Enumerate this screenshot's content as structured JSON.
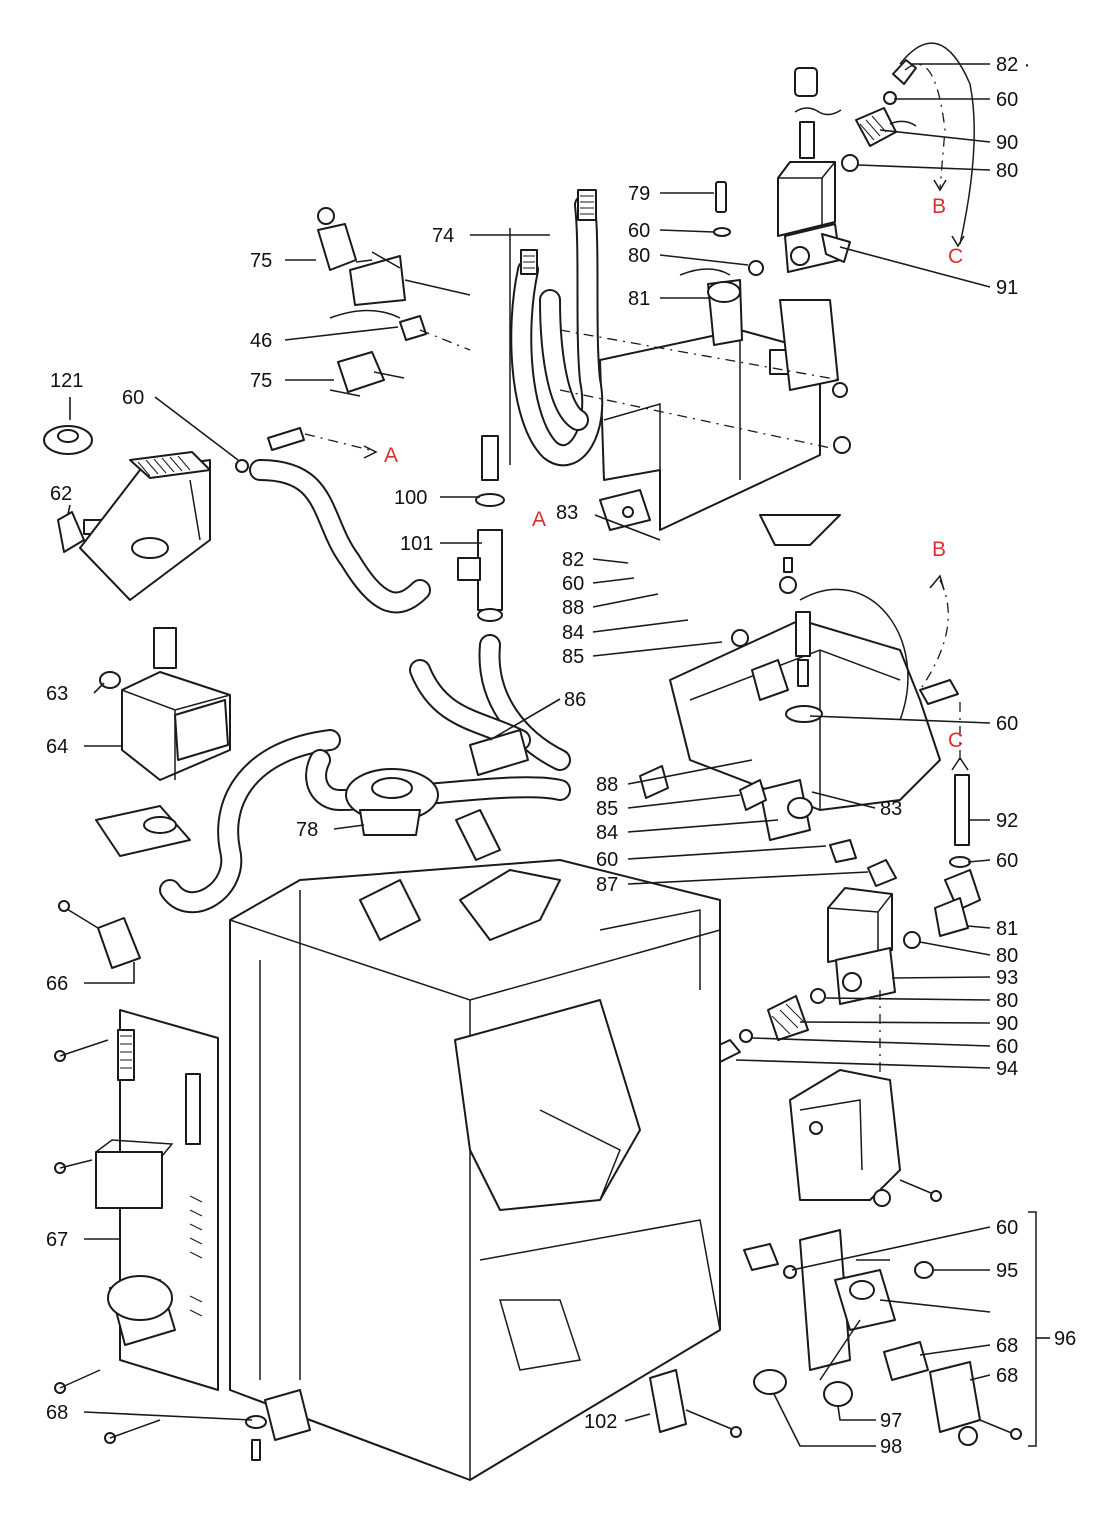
{
  "colors": {
    "line": "#1a1a1a",
    "label": "#111111",
    "reference": "#d9312b",
    "background": "#ffffff"
  },
  "labels": [
    {
      "id": "l82a",
      "text": "82 ·"
    },
    {
      "id": "l60a",
      "text": "60"
    },
    {
      "id": "l90a",
      "text": "90"
    },
    {
      "id": "l80a",
      "text": "80"
    },
    {
      "id": "l79",
      "text": "79"
    },
    {
      "id": "l60b",
      "text": "60"
    },
    {
      "id": "l80b",
      "text": "80"
    },
    {
      "id": "l74",
      "text": "74"
    },
    {
      "id": "l81a",
      "text": "81"
    },
    {
      "id": "l91",
      "text": "91"
    },
    {
      "id": "l75a",
      "text": "75"
    },
    {
      "id": "l46",
      "text": "46"
    },
    {
      "id": "l75b",
      "text": "75"
    },
    {
      "id": "l121",
      "text": "121"
    },
    {
      "id": "l60c",
      "text": "60"
    },
    {
      "id": "l62",
      "text": "62"
    },
    {
      "id": "l100",
      "text": "100"
    },
    {
      "id": "l101",
      "text": "101"
    },
    {
      "id": "l83a",
      "text": "83"
    },
    {
      "id": "l82b",
      "text": "82"
    },
    {
      "id": "l60d",
      "text": "60"
    },
    {
      "id": "l88a",
      "text": "88"
    },
    {
      "id": "l84a",
      "text": "84"
    },
    {
      "id": "l85a",
      "text": "85"
    },
    {
      "id": "l63",
      "text": "63"
    },
    {
      "id": "l64",
      "text": "64"
    },
    {
      "id": "l86",
      "text": "86"
    },
    {
      "id": "l60e",
      "text": "60"
    },
    {
      "id": "l88b",
      "text": "88"
    },
    {
      "id": "l85b",
      "text": "85"
    },
    {
      "id": "l83b",
      "text": "83"
    },
    {
      "id": "l78",
      "text": "78"
    },
    {
      "id": "l84b",
      "text": "84"
    },
    {
      "id": "l92",
      "text": "92"
    },
    {
      "id": "l60f",
      "text": "60"
    },
    {
      "id": "l60g",
      "text": "60"
    },
    {
      "id": "l87",
      "text": "87"
    },
    {
      "id": "l66",
      "text": "66"
    },
    {
      "id": "l81b",
      "text": "81"
    },
    {
      "id": "l80c",
      "text": "80"
    },
    {
      "id": "l93",
      "text": "93"
    },
    {
      "id": "l80d",
      "text": "80"
    },
    {
      "id": "l90b",
      "text": "90"
    },
    {
      "id": "l60h",
      "text": "60"
    },
    {
      "id": "l94",
      "text": "94"
    },
    {
      "id": "l67",
      "text": "67"
    },
    {
      "id": "l60i",
      "text": "60"
    },
    {
      "id": "l95",
      "text": "95"
    },
    {
      "id": "l96",
      "text": "96"
    },
    {
      "id": "l68a",
      "text": "68"
    },
    {
      "id": "l68b",
      "text": "68"
    },
    {
      "id": "l68c",
      "text": "68"
    },
    {
      "id": "l97",
      "text": "97"
    },
    {
      "id": "l102",
      "text": "102"
    },
    {
      "id": "l98",
      "text": "98"
    }
  ],
  "references": [
    {
      "id": "rB1",
      "text": "B"
    },
    {
      "id": "rC1",
      "text": "C"
    },
    {
      "id": "rA1",
      "text": "A"
    },
    {
      "id": "rA2",
      "text": "A"
    },
    {
      "id": "rB2",
      "text": "B"
    },
    {
      "id": "rC2",
      "text": "C"
    }
  ]
}
